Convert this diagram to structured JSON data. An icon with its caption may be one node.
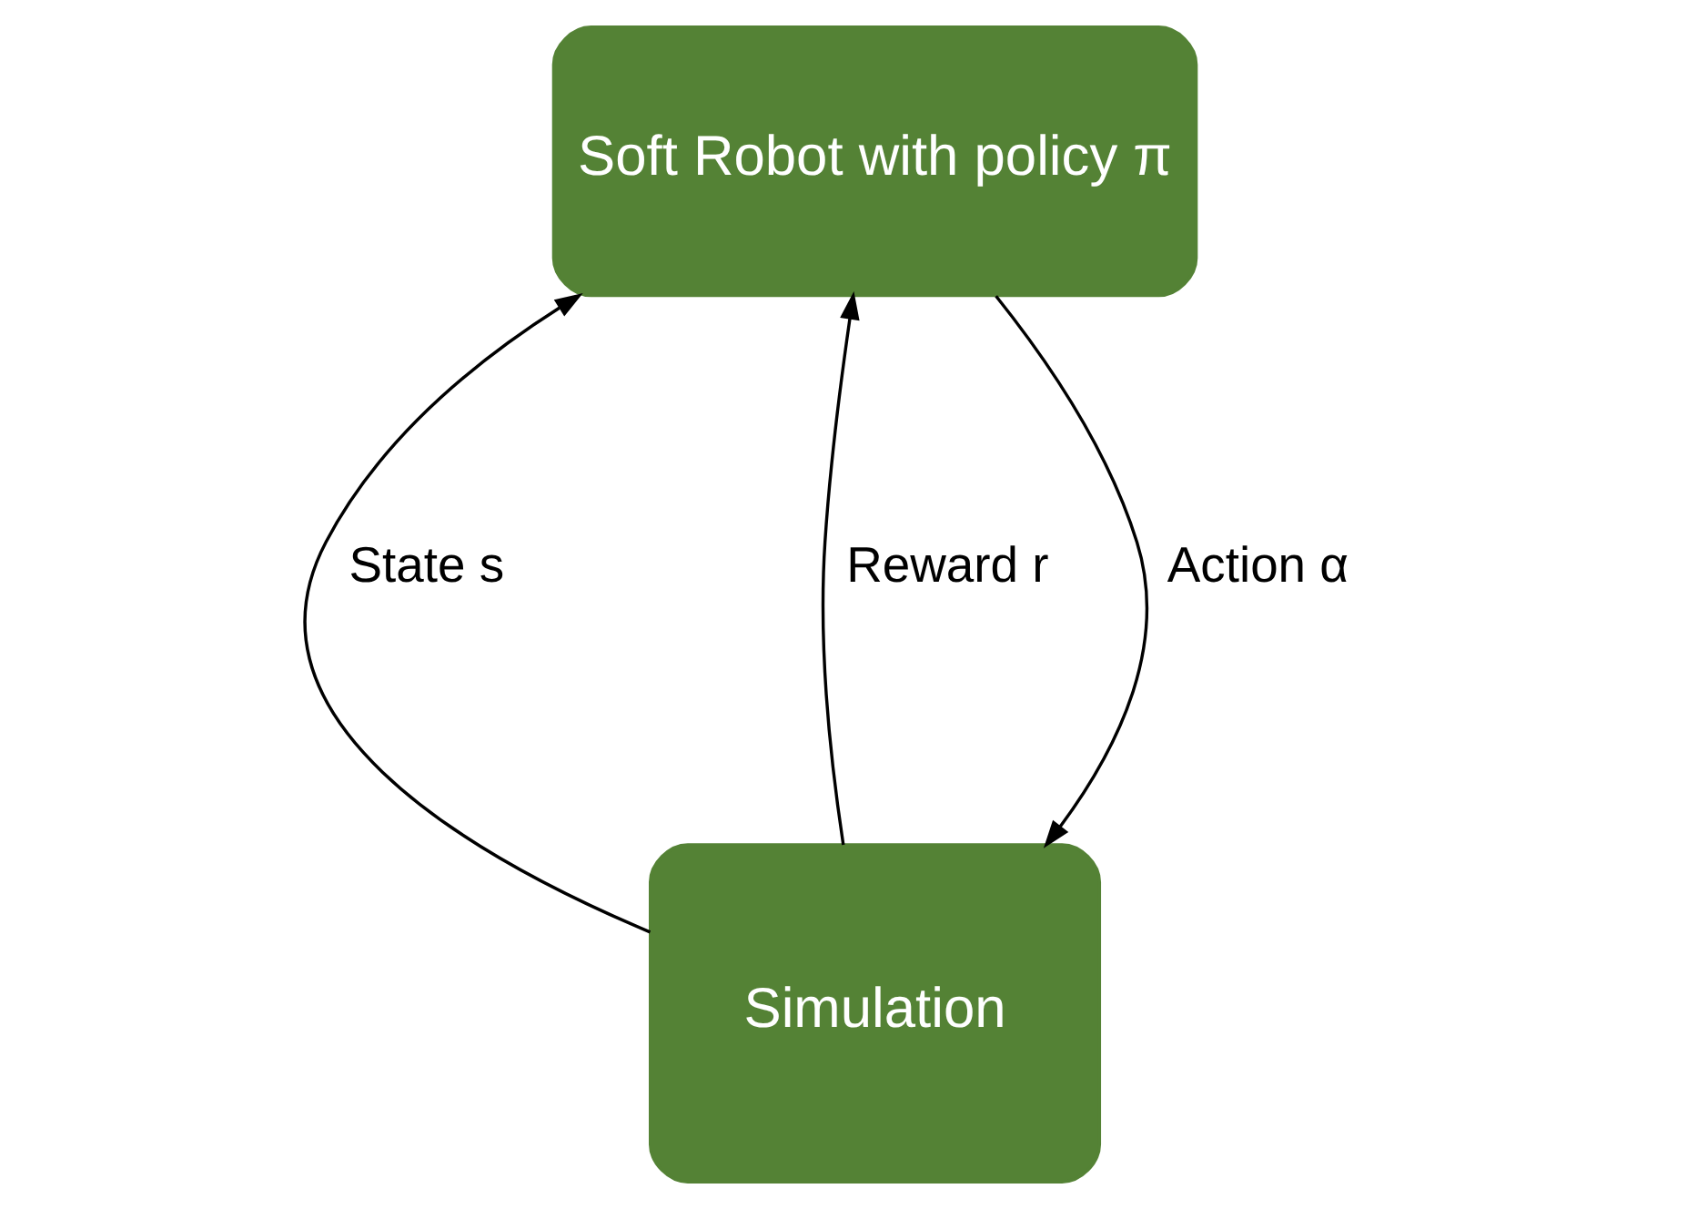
{
  "diagram": {
    "nodes": [
      {
        "text": [
          "Soft Robot with policy π"
        ]
      },
      {
        "text": [
          "Simulation"
        ]
      }
    ],
    "edges": [
      {
        "from": 1,
        "to": 0,
        "arrow": "to",
        "label": "State s"
      },
      {
        "from": 1,
        "to": 0,
        "arrow": "to",
        "label": "Reward r"
      },
      {
        "from": 0,
        "to": 1,
        "arrow": "to",
        "label": "Action α"
      }
    ]
  }
}
